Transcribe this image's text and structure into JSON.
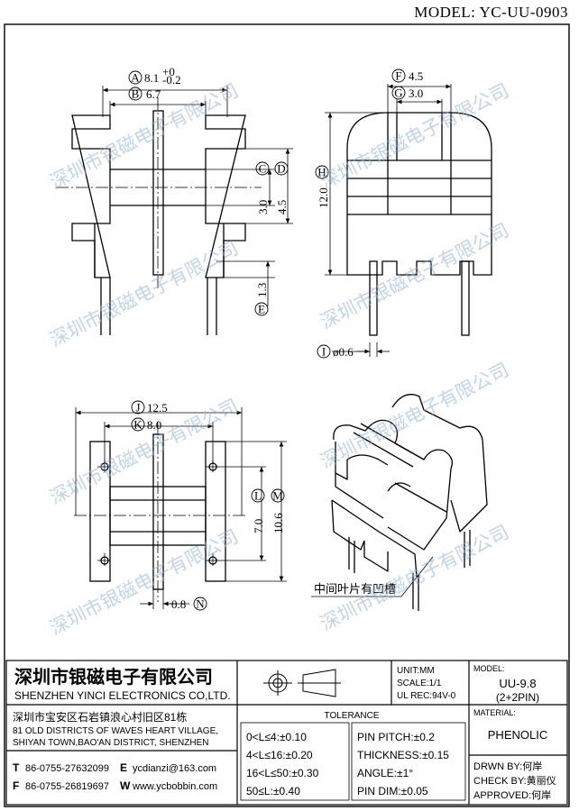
{
  "header": {
    "model": "MODEL: YC-UU-0903"
  },
  "dimensions": {
    "A": {
      "letter": "A",
      "value": "8.1",
      "tol_plus": "+0",
      "tol_minus": "-0.2"
    },
    "B": {
      "letter": "B",
      "value": "6.7"
    },
    "C": {
      "letter": "C",
      "value": "3.0"
    },
    "D": {
      "letter": "D",
      "value": "4.5"
    },
    "E": {
      "letter": "E",
      "value": "1.3"
    },
    "F": {
      "letter": "F",
      "value": "4.5"
    },
    "G": {
      "letter": "G",
      "value": "3.0"
    },
    "H": {
      "letter": "H",
      "value": "12.0"
    },
    "I": {
      "letter": "I",
      "value": "ø0.6"
    },
    "J": {
      "letter": "J",
      "value": "12.5"
    },
    "K": {
      "letter": "K",
      "value": "8.0"
    },
    "L": {
      "letter": "L",
      "value": "7.0"
    },
    "M": {
      "letter": "M",
      "value": "10.6"
    },
    "N": {
      "letter": "N",
      "value": "0.8"
    }
  },
  "annotation": "中间叶片有凹槽",
  "watermark": "深圳市银磁电子有限公司",
  "company": {
    "name_cn": "深圳市银磁电子有限公司",
    "name_en": "SHENZHEN YINCI ELECTRONICS CO,LTD.",
    "address_cn": "深圳市宝安区石岩镇浪心村旧区81栋",
    "address_en_1": "81 OLD DISTRICTS OF WAVES HEART VILLAGE,",
    "address_en_2": "SHIYAN TOWN,BAO'AN DISTRICT, SHENZHEN",
    "tel_label": "T",
    "tel": "86-0755-27632099",
    "email_label": "E",
    "email": "ycdianzi@163.com",
    "fax_label": "F",
    "fax": "86-0755-26819697",
    "web_label": "W",
    "web": "www.ycbobbin.com"
  },
  "units": {
    "unit": "UNIT:MM",
    "scale": "SCALE:1/1",
    "ul": "UL REC:94V-0"
  },
  "tolerance": {
    "title": "TOLERANCE",
    "left": [
      "0<L≤4:±0.10",
      "4<L≤16:±0.20",
      "16<L≤50:±0.30",
      "50≤L:±0.40"
    ],
    "right": [
      "PIN PITCH:±0.2",
      "THICKNESS:±0.15",
      "ANGLE:±1°",
      "PIN DIM:±0.05"
    ]
  },
  "model_box": {
    "label": "MODEL:",
    "value": "UU-9.8",
    "sub": "(2+2PIN)"
  },
  "material_box": {
    "label": "MATERIAL:",
    "value": "PHENOLIC"
  },
  "signatures": {
    "drawn": "DRWN BY:何岸",
    "check": "CHECK BY:黄丽仪",
    "approved": "APPROVED:何岸"
  }
}
